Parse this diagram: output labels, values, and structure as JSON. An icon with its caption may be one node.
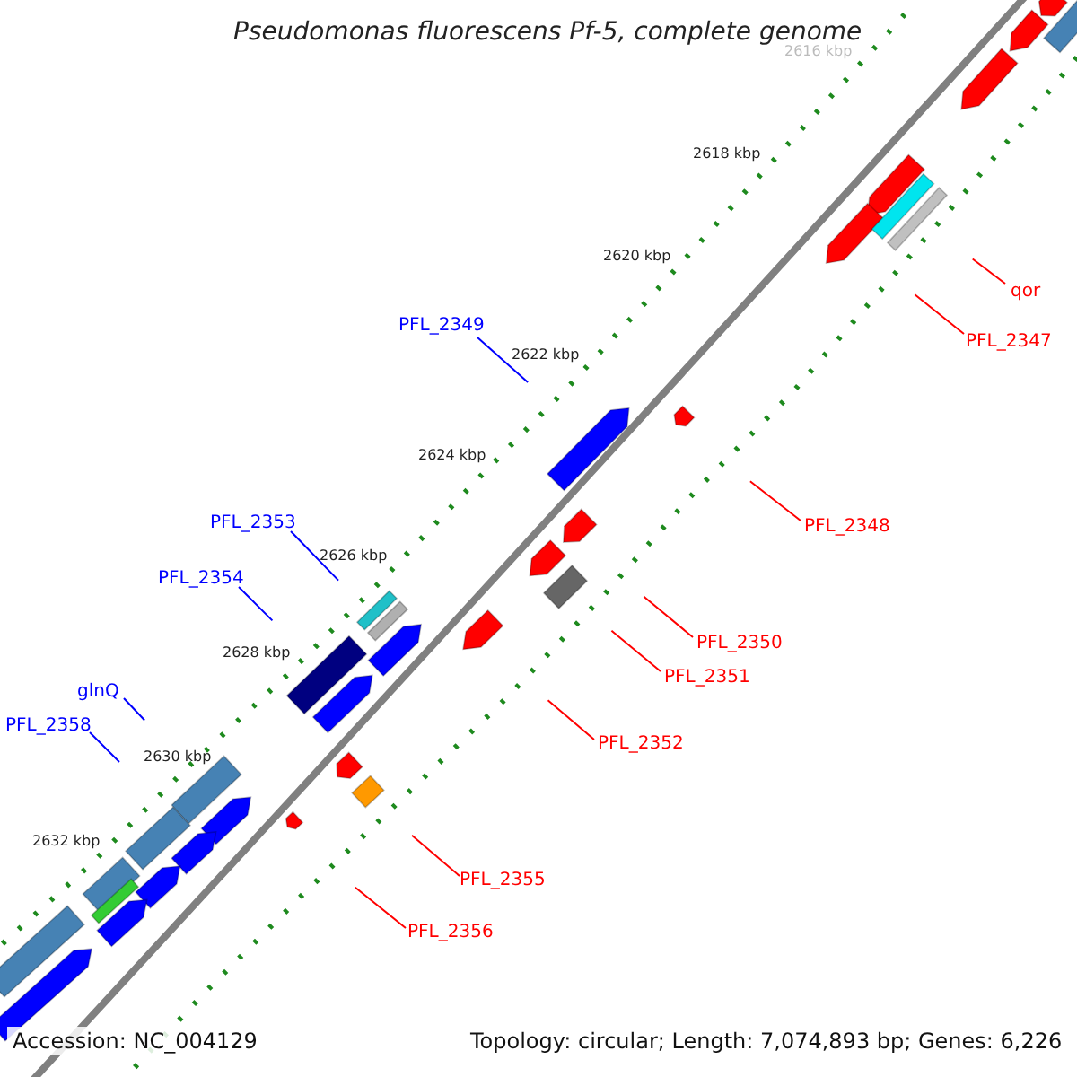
{
  "diagram": {
    "title": "Pseudomonas fluorescens Pf-5, complete genome",
    "nodes": [
      {
        "text": [
          "qor"
        ]
      },
      {
        "text": [
          "PFL_2347"
        ]
      },
      {
        "text": [
          "PFL_2349"
        ]
      },
      {
        "text": [
          "PFL_2348"
        ]
      },
      {
        "text": [
          "PFL_2353"
        ]
      },
      {
        "text": [
          "PFL_2354"
        ]
      },
      {
        "text": [
          "PFL_2350"
        ]
      },
      {
        "text": [
          "PFL_2351"
        ]
      },
      {
        "text": [
          "glnQ"
        ]
      },
      {
        "text": [
          "PFL_2358"
        ]
      },
      {
        "text": [
          "PFL_2352"
        ]
      },
      {
        "text": [
          "PFL_2355"
        ]
      },
      {
        "text": [
          "PFL_2356"
        ]
      }
    ],
    "edges": [
      {
        "from": 0,
        "to": null,
        "arrow": "none"
      },
      {
        "from": 1,
        "to": null,
        "arrow": "none"
      },
      {
        "from": 2,
        "to": null,
        "arrow": "none",
        "color": "#0000ff"
      },
      {
        "from": 3,
        "to": null,
        "arrow": "none"
      },
      {
        "from": 4,
        "to": null,
        "arrow": "none",
        "color": "#0000ff"
      },
      {
        "from": 5,
        "to": null,
        "arrow": "none",
        "color": "#0000ff"
      },
      {
        "from": 6,
        "to": null,
        "arrow": "none"
      },
      {
        "from": 7,
        "to": null,
        "arrow": "none"
      },
      {
        "from": 8,
        "to": null,
        "arrow": "none",
        "color": "#0000ff"
      },
      {
        "from": 9,
        "to": null,
        "arrow": "none",
        "color": "#0000ff"
      },
      {
        "from": 10,
        "to": null,
        "arrow": "none"
      },
      {
        "from": 11,
        "to": null,
        "arrow": "none"
      },
      {
        "from": 12,
        "to": null,
        "arrow": "none"
      }
    ],
    "labels": [
      "2616 kbp",
      "2618 kbp",
      "2620 kbp",
      "2622 kbp",
      "2624 kbp",
      "2626 kbp",
      "2628 kbp",
      "2630 kbp",
      "2632 kbp",
      "Accession: NC_004129",
      "Topology: circular; Length: 7,074,893 bp; Genes: 6,226"
    ]
  }
}
